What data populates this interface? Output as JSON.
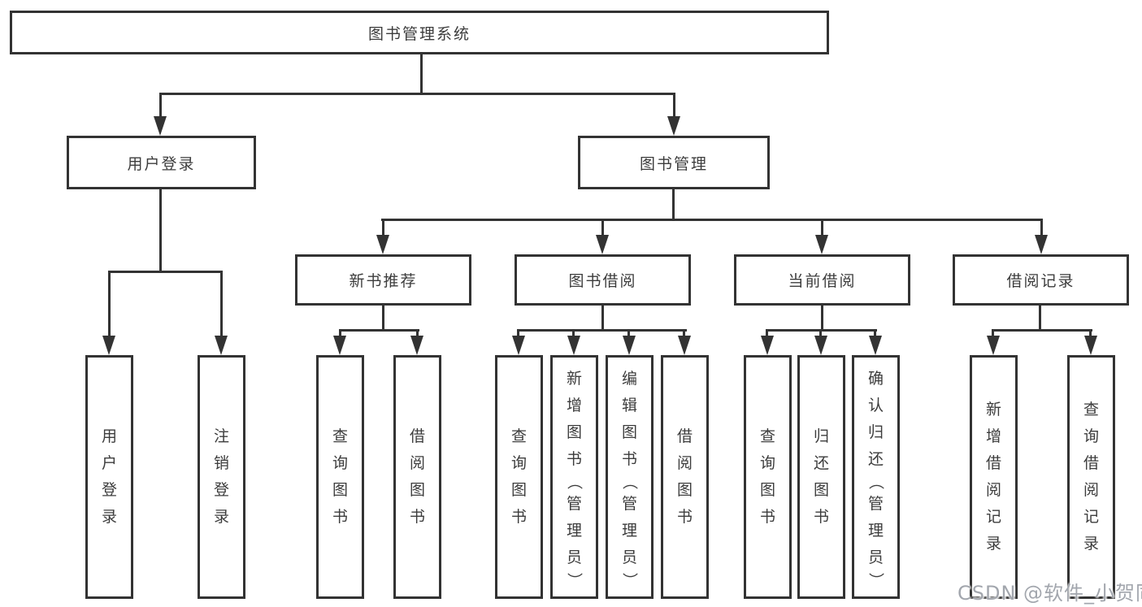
{
  "colors": {
    "line": "#333333",
    "text": "#3c3c3c",
    "watermark": "#a2a6ad",
    "background": "#ffffff"
  },
  "diagram": {
    "title": "图书管理系统",
    "level2": {
      "user_login": "用户登录",
      "book_management": "图书管理"
    },
    "level3": {
      "new_books": "新书推荐",
      "book_borrowing": "图书借阅",
      "current_borrowing": "当前借阅",
      "borrowing_records": "借阅记录"
    },
    "leaves": {
      "user_login": "用户登录",
      "logout": "注销登录",
      "nb_query_books": "查询图书",
      "nb_borrow_books": "借阅图书",
      "bb_query_books": "查询图书",
      "bb_add_books_admin": "新增图书（管理员）",
      "bb_edit_books_admin": "编辑图书（管理员）",
      "bb_borrow_books": "借阅图书",
      "cb_query_books": "查询图书",
      "cb_return_books": "归还图书",
      "cb_confirm_return_admin": "确认归还（管理员）",
      "br_add_record": "新增借阅记录",
      "br_query_record": "查询借阅记录"
    }
  },
  "watermark": "CSDN @软件_小贺同学"
}
